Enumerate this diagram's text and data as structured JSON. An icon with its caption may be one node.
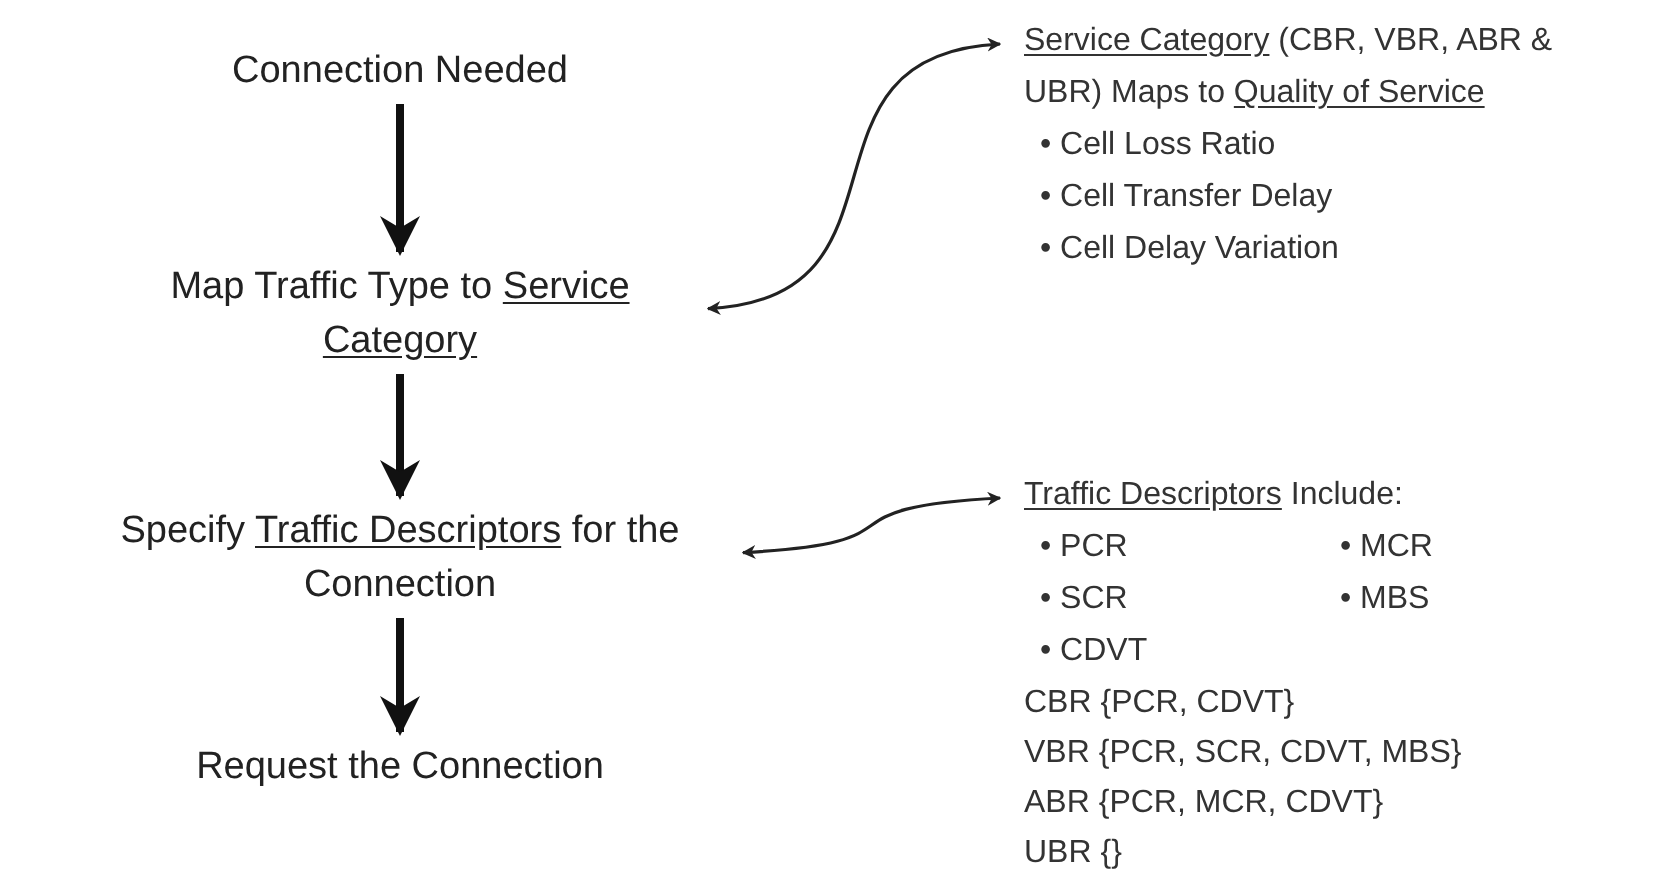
{
  "diagram": {
    "nodes": [
      {
        "text": [
          "Connection Needed"
        ]
      },
      {
        "text": [
          "Map Traffic Type to *Service Category*"
        ]
      },
      {
        "text": [
          "Specify *Traffic Descriptors* for the Connection"
        ]
      },
      {
        "text": [
          "Request the Connection"
        ]
      },
      {
        "text": [
          "*Service Category* (CBR, VBR, ABR & UBR) Maps to *Quality of Service*",
          "• Cell Loss Ratio",
          "• Cell Transfer Delay",
          "• Cell Delay Variation"
        ]
      },
      {
        "text": [
          "*Traffic Descriptors* Include:",
          "• PCR",
          "• MCR",
          "• SCR",
          "• MBS",
          "• CDVT"
        ]
      }
    ],
    "edges": [
      {
        "from": 0,
        "to": 1,
        "arrow": "to"
      },
      {
        "from": 1,
        "to": 2,
        "arrow": "to"
      },
      {
        "from": 2,
        "to": 3,
        "arrow": "to"
      },
      {
        "from": 1,
        "to": 4,
        "arrow": "both"
      },
      {
        "from": 2,
        "to": 5,
        "arrow": "both"
      }
    ],
    "labels": [
      "CBR {PCR, CDVT}",
      "VBR {PCR, SCR, CDVT, MBS}",
      "ABR {PCR, MCR, CDVT}",
      "UBR {}"
    ]
  }
}
